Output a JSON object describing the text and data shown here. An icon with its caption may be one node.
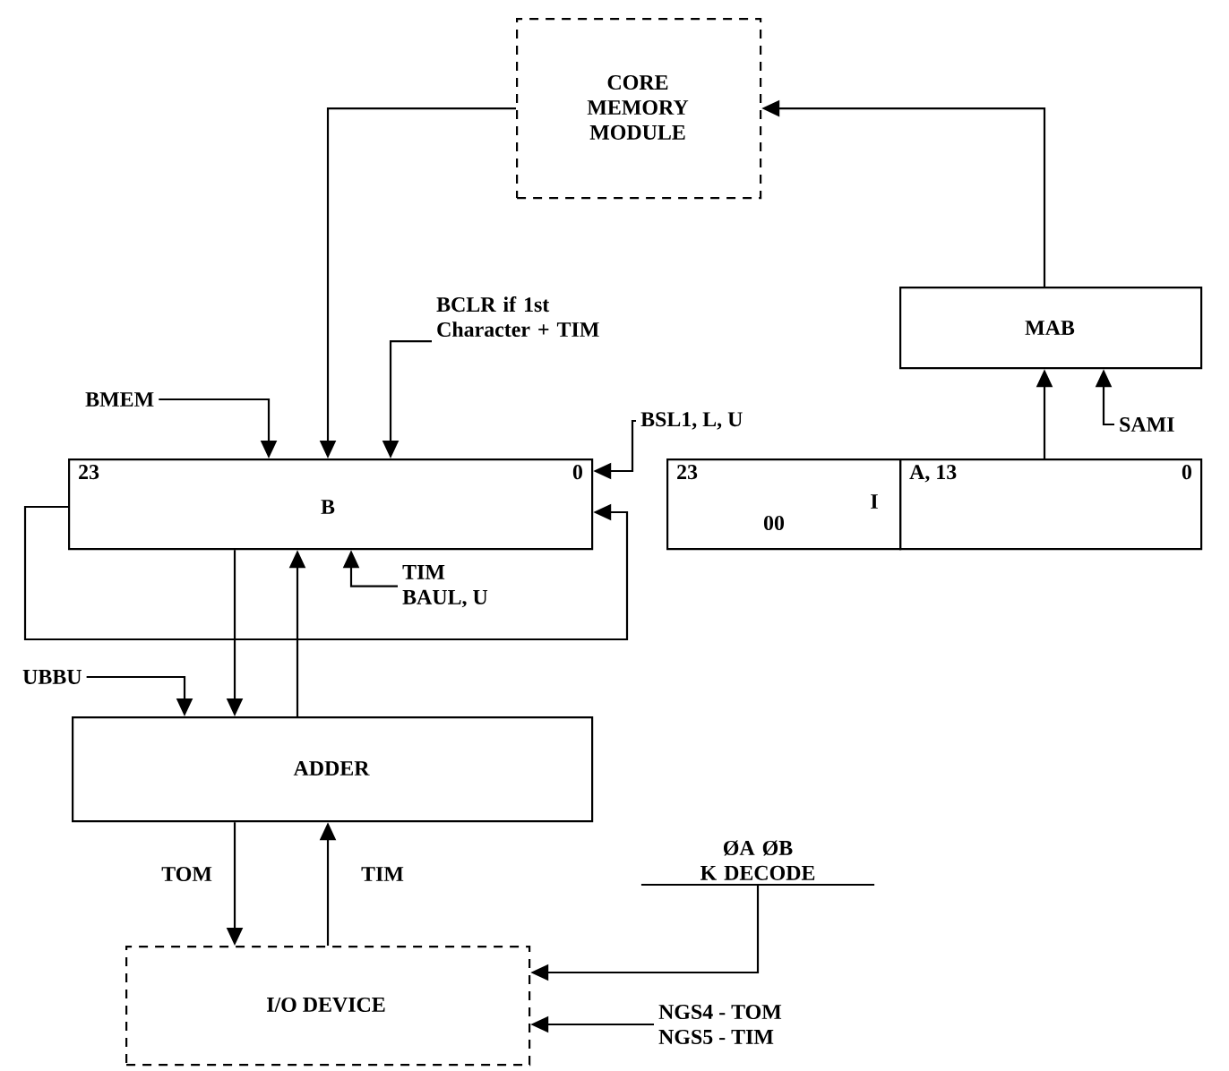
{
  "diagram": {
    "nodes": [
      {
        "text": [
          "CORE MEMORY MODULE"
        ]
      },
      {
        "text": [
          "MAB"
        ]
      },
      {
        "text": [
          "23",
          "B",
          "0"
        ]
      },
      {
        "text": [
          "23",
          "00",
          "I"
        ]
      },
      {
        "text": [
          "A, 13",
          "0"
        ]
      },
      {
        "text": [
          "ADDER"
        ]
      },
      {
        "text": [
          "I/O DEVICE"
        ]
      },
      {
        "text": [
          "BMEM"
        ]
      },
      {
        "text": [
          "BCLR if 1st Character + TIM"
        ]
      },
      {
        "text": [
          "BSL1, L, U"
        ]
      },
      {
        "text": [
          "SAMI"
        ]
      },
      {
        "text": [
          "TIM",
          "BAUL, U"
        ]
      },
      {
        "text": [
          "UBBU"
        ]
      },
      {
        "text": [
          "ØA ØB",
          "K DECODE"
        ]
      },
      {
        "text": [
          "NGS4 - TOM",
          "NGS5 - TIM"
        ]
      }
    ],
    "edges": [
      {
        "from": 0,
        "to": 2,
        "arrow": "to"
      },
      {
        "from": 1,
        "to": 0,
        "arrow": "to"
      },
      {
        "from": 4,
        "to": 1,
        "arrow": "to"
      },
      {
        "from": 10,
        "to": 1,
        "arrow": "to"
      },
      {
        "from": 7,
        "to": 2,
        "arrow": "to"
      },
      {
        "from": 8,
        "to": 2,
        "arrow": "to"
      },
      {
        "from": 9,
        "to": 2,
        "arrow": "to"
      },
      {
        "from": 2,
        "to": 2,
        "arrow": "to"
      },
      {
        "from": 2,
        "to": 5,
        "arrow": "to"
      },
      {
        "from": 5,
        "to": 2,
        "arrow": "to"
      },
      {
        "from": 11,
        "to": 2,
        "arrow": "to"
      },
      {
        "from": 12,
        "to": 5,
        "arrow": "to"
      },
      {
        "from": 5,
        "to": 6,
        "arrow": "to",
        "label": "TOM"
      },
      {
        "from": 6,
        "to": 5,
        "arrow": "to",
        "label": "TIM"
      },
      {
        "from": 13,
        "to": 6,
        "arrow": "to"
      },
      {
        "from": 14,
        "to": 6,
        "arrow": "to"
      }
    ]
  }
}
